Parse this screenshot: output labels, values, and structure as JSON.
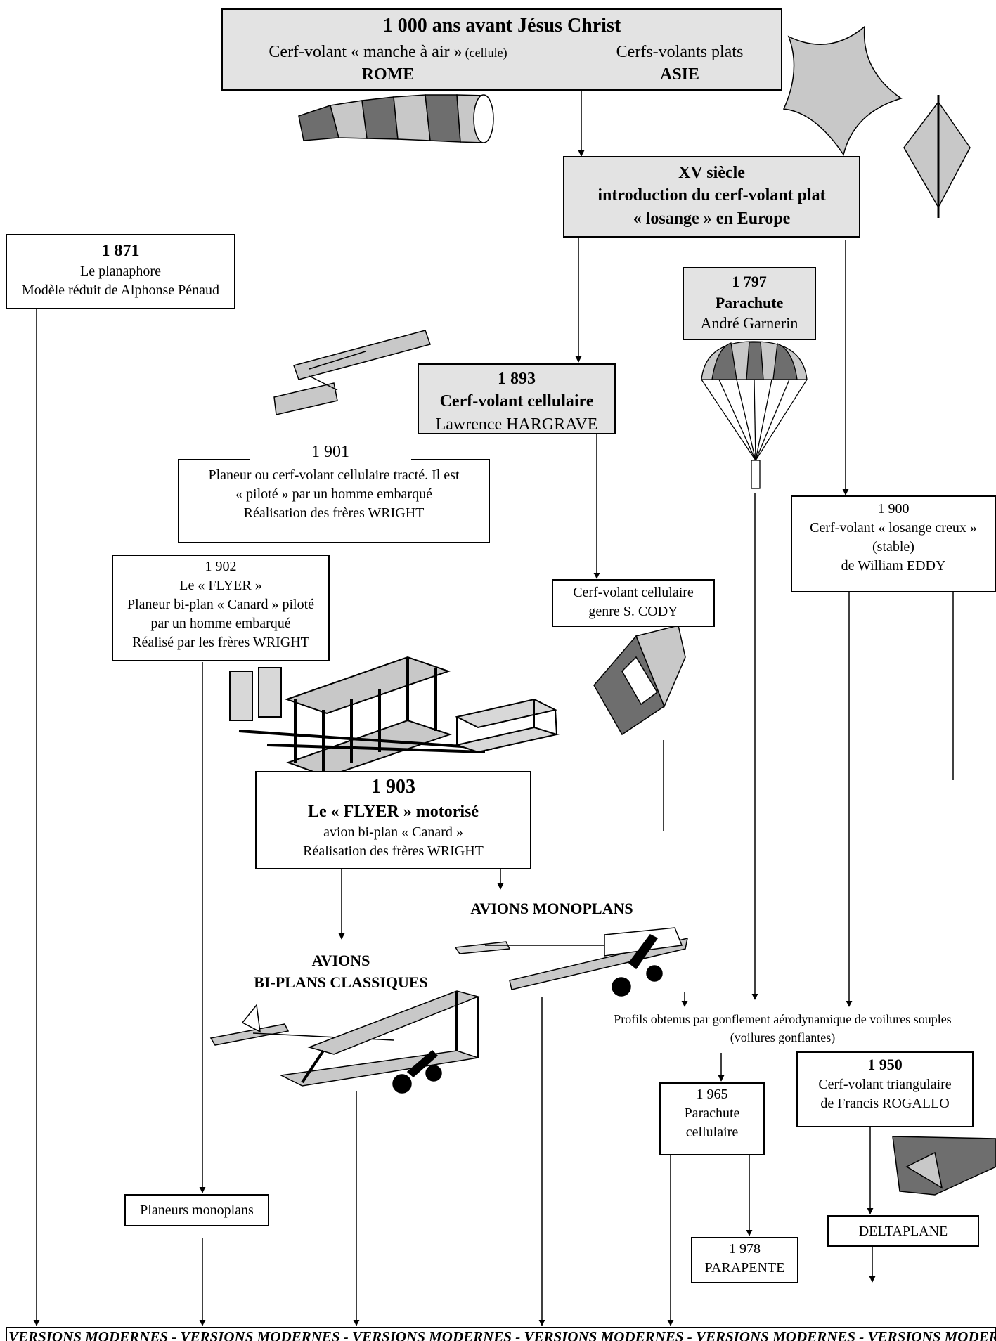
{
  "origin": {
    "title": "1 000 ans avant Jésus Christ",
    "left_text": "Cerf-volant « manche à air »",
    "left_small": "(cellule)",
    "left_place": "ROME",
    "right_text": "Cerfs-volants plats",
    "right_place": "ASIE"
  },
  "xv": {
    "line1": "XV siècle",
    "line2": "introduction du cerf-volant plat",
    "line3": "« losange » en Europe"
  },
  "planaphore": {
    "year": "1 871",
    "name": "Le planaphore",
    "desc": "Modèle réduit de Alphonse Pénaud"
  },
  "parachute1797": {
    "year": "1 797",
    "name": "Parachute",
    "author": "André Garnerin"
  },
  "hargrave": {
    "year": "1 893",
    "name": "Cerf-volant cellulaire",
    "author": "Lawrence HARGRAVE"
  },
  "glider1901": {
    "year": "1 901",
    "line1": "Planeur ou cerf-volant cellulaire tracté. Il est",
    "line2": "« piloté » par un homme embarqué",
    "line3": "Réalisation des frères WRIGHT"
  },
  "eddy": {
    "year": "1 900",
    "line1": "Cerf-volant « losange creux »",
    "line2": "(stable)",
    "line3": "de William EDDY"
  },
  "flyer1902": {
    "year": "1 902",
    "line1": "Le « FLYER »",
    "line2": "Planeur bi-plan « Canard » piloté",
    "line3": "par un homme embarqué",
    "line4": "Réalisé par les frères WRIGHT"
  },
  "cody": {
    "line1": "Cerf-volant cellulaire",
    "line2": "genre S. CODY"
  },
  "flyer1903": {
    "year": "1 903",
    "name": "Le « FLYER » motorisé",
    "line1": "avion bi-plan « Canard »",
    "line2": "Réalisation des frères WRIGHT"
  },
  "monoplans": "AVIONS MONOPLANS",
  "biplans": {
    "line1": "AVIONS",
    "line2": "BI-PLANS CLASSIQUES"
  },
  "profils": {
    "line1": "Profils obtenus par gonflement aérodynamique de voilures souples",
    "line2": "(voilures gonflantes)"
  },
  "rogallo": {
    "year": "1 950",
    "line1": "Cerf-volant triangulaire",
    "line2": "de Francis ROGALLO"
  },
  "para1965": {
    "year": "1 965",
    "line1": "Parachute",
    "line2": "cellulaire"
  },
  "planeurs": "Planeurs monoplans",
  "deltaplane": "DELTAPLANE",
  "parapente": {
    "year": "1 978",
    "name": "PARAPENTE"
  },
  "footer": "VERSIONS MODERNES - VERSIONS MODERNES - VERSIONS MODERNES - VERSIONS MODERNES - VERSIONS MODERNES - VERSIONS MODERNES -",
  "colors": {
    "box_fill": "#e3e3e3",
    "dark_fill": "#6e6e6e",
    "light_fill": "#c8c8c8"
  }
}
